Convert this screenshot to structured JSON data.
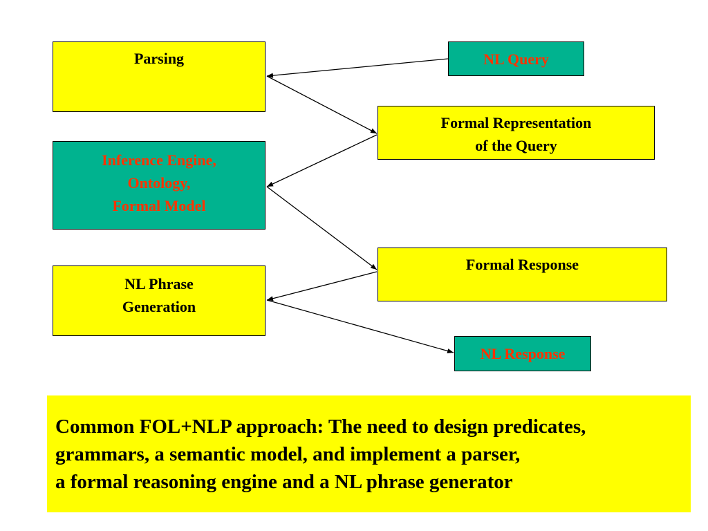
{
  "boxes": {
    "parsing": {
      "lines": [
        "Parsing"
      ]
    },
    "nl_query": {
      "lines": [
        "NL Query"
      ]
    },
    "formal_representation": {
      "lines": [
        "Formal Representation",
        "of the Query"
      ]
    },
    "inference": {
      "lines": [
        "Inference Engine,",
        "Ontology,",
        "Formal Model"
      ]
    },
    "formal_response": {
      "lines": [
        "Formal Response"
      ]
    },
    "nl_phrase": {
      "lines": [
        "NL Phrase",
        "Generation"
      ]
    },
    "nl_response": {
      "lines": [
        "NL Response"
      ]
    }
  },
  "summary": {
    "lines": [
      "Common FOL+NLP approach: The need to design predicates,",
      "grammars, a semantic model, and implement a parser,",
      "a formal reasoning engine and a NL phrase generator"
    ]
  },
  "colors": {
    "box_yellow": "#ffff00",
    "box_teal": "#00b38f",
    "text_red": "#ff3300",
    "arrow": "#000000"
  },
  "connections": [
    {
      "from": "nl_query",
      "to": "parsing"
    },
    {
      "from": "parsing",
      "to": "formal_representation"
    },
    {
      "from": "formal_representation",
      "to": "inference"
    },
    {
      "from": "inference",
      "to": "formal_response"
    },
    {
      "from": "formal_response",
      "to": "nl_phrase"
    },
    {
      "from": "nl_phrase",
      "to": "nl_response"
    }
  ]
}
